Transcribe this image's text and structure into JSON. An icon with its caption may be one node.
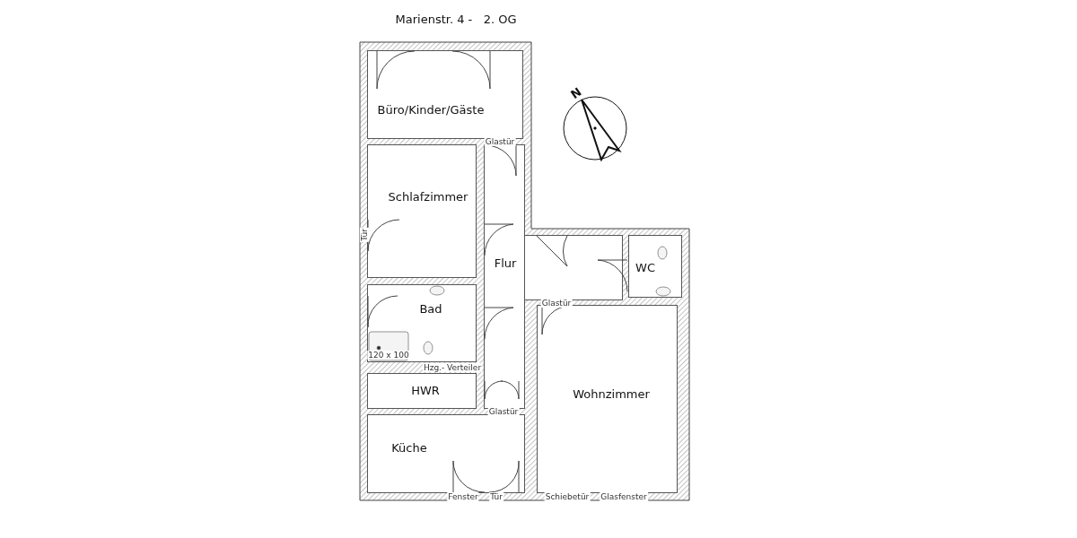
{
  "diagram": {
    "title": "Marienstr. 4 -   2. OG",
    "nodes": [
      {
        "text": [
          "Büro/Kinder/Gäste"
        ]
      },
      {
        "text": [
          "Schlafzimmer"
        ]
      },
      {
        "text": [
          "Flur"
        ]
      },
      {
        "text": [
          "WC"
        ]
      },
      {
        "text": [
          "Bad"
        ]
      },
      {
        "text": [
          "Wohnzimmer"
        ]
      },
      {
        "text": [
          "HWR"
        ]
      },
      {
        "text": [
          "Küche"
        ]
      }
    ],
    "labels": [
      "N",
      "Glastür",
      "Tür",
      "Glastür",
      "120 x 100",
      "Hzg.- Verteiler",
      "Glastür",
      "Fenster",
      "Tür",
      "Schiebetür",
      "Glasfenster"
    ]
  }
}
